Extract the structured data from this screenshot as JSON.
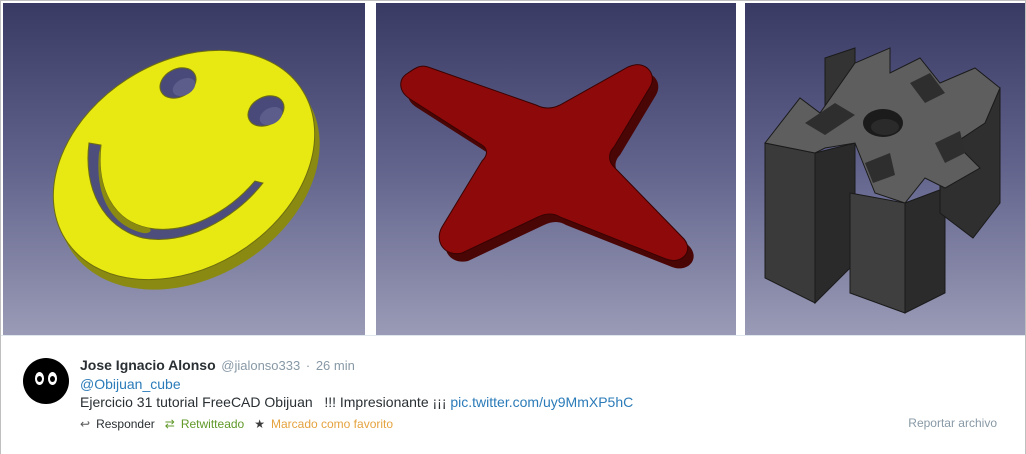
{
  "media": {
    "images": [
      {
        "name": "yellow-smiley-3d-model"
      },
      {
        "name": "red-cross-3d-model"
      },
      {
        "name": "aluminium-profile-3d-model"
      }
    ],
    "colors": {
      "background_top": "#393a64",
      "background_bottom": "#9a9bb6",
      "smiley": "#e7e70f",
      "cross": "#8e0a0a",
      "profile": "#4c4c4c"
    }
  },
  "tweet": {
    "fullname": "Jose Ignacio Alonso",
    "username": "@jialonso333",
    "separator": "·",
    "time": "26 min",
    "mention": "@Obijuan_cube",
    "text": "Ejercicio 31 tutorial FreeCAD Obijuan   !!! Impresionante ¡¡¡ ",
    "link": "pic.twitter.com/uy9MmXP5hC",
    "actions": {
      "reply_label": "Responder",
      "retweet_label": "Retwitteado",
      "favorite_label": "Marcado como favorito"
    },
    "report_label": "Reportar archivo",
    "icons": {
      "reply": "reply-icon",
      "retweet": "retweet-icon",
      "favorite": "star-icon"
    }
  }
}
